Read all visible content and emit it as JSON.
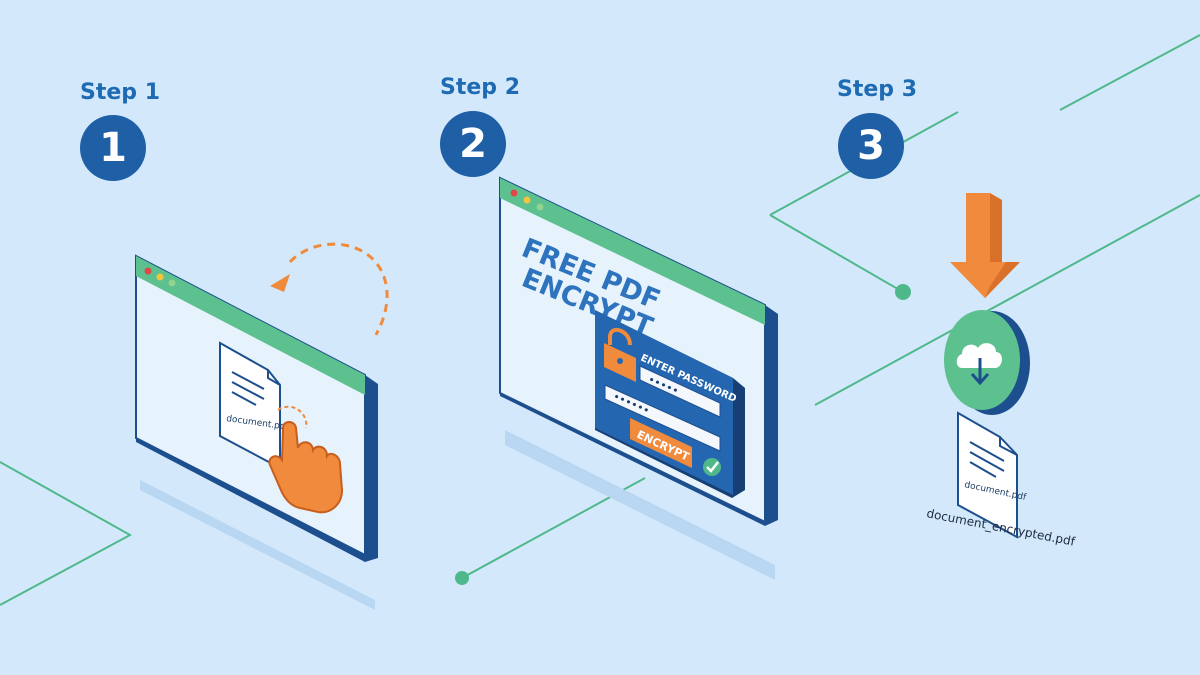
{
  "steps": [
    {
      "label": "Step 1",
      "number": "1"
    },
    {
      "label": "Step 2",
      "number": "2"
    },
    {
      "label": "Step 3",
      "number": "3"
    }
  ],
  "step1": {
    "file_name": "document.pdf"
  },
  "step2": {
    "page_heading_line1": "FREE PDF",
    "page_heading_line2": "ENCRYPT",
    "password_label": "ENTER PASSWORD",
    "password_mask_1": "•••••",
    "password_mask_2": "••••••",
    "encrypt_button": "ENCRYPT"
  },
  "step3": {
    "file_icon_label": "document.pdf",
    "output_file_name": "document_encrypted.pdf"
  },
  "colors": {
    "background": "#d3e9fb",
    "step_blue": "#1f5fa6",
    "browser_frame": "#1d4f8f",
    "browser_bar": "#5dc08f",
    "accent_orange": "#f08a3c",
    "connector_green": "#4fb88b"
  },
  "icons": [
    "cursor-hand-icon",
    "refresh-arrow-icon",
    "padlock-icon",
    "checkmark-icon",
    "download-arrow-icon",
    "cloud-download-icon",
    "document-icon"
  ]
}
